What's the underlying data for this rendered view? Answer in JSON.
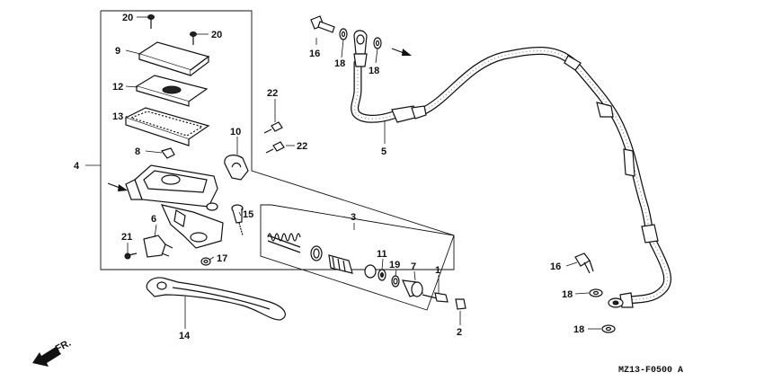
{
  "diagram": {
    "reference_code": "MZ13-F0500 A",
    "direction_label": "FR.",
    "callouts": {
      "c1": "1",
      "c2": "2",
      "c3": "3",
      "c4": "4",
      "c5": "5",
      "c6": "6",
      "c7": "7",
      "c8": "8",
      "c9": "9",
      "c10": "10",
      "c11": "11",
      "c12": "12",
      "c13": "13",
      "c14": "14",
      "c15": "15",
      "c16a": "16",
      "c16b": "16",
      "c17": "17",
      "c18a": "18",
      "c18b": "18",
      "c18c": "18",
      "c18d": "18",
      "c19": "19",
      "c20a": "20",
      "c20b": "20",
      "c21": "21",
      "c22a": "22",
      "c22b": "22"
    }
  }
}
